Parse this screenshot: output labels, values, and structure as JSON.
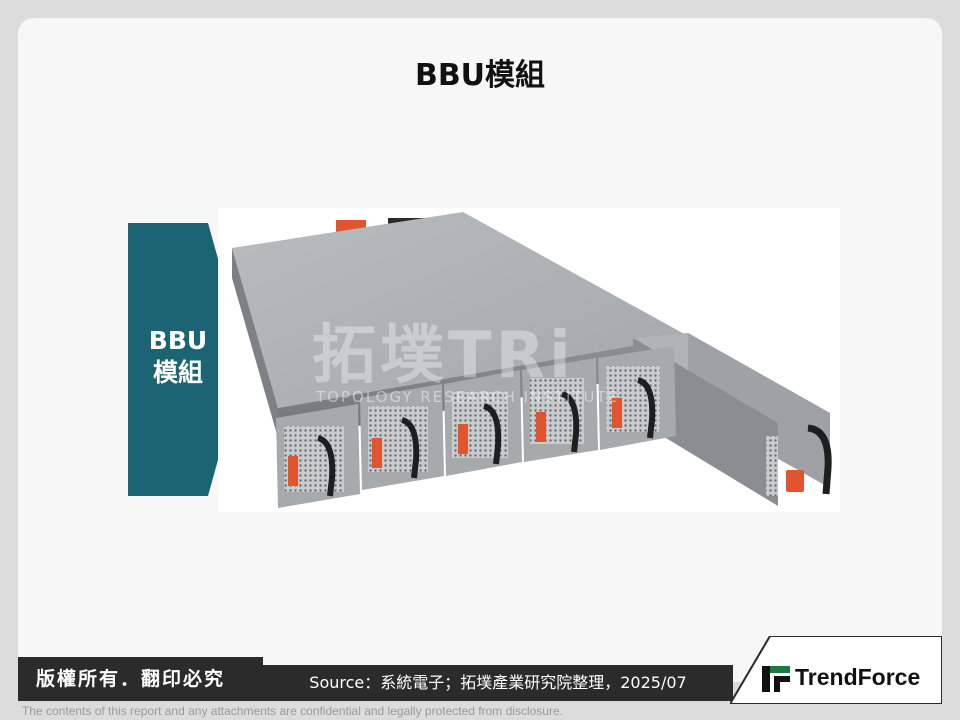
{
  "slide": {
    "title": "BBU模組"
  },
  "label": {
    "line1": "BBU",
    "line2": "模組",
    "color": "#1b6474"
  },
  "watermark": {
    "main": "拓墣TRi",
    "sub": "TOPOLOGY RESEARCH INSTITUTE"
  },
  "footer": {
    "copyright": "版權所有．翻印必究",
    "source": "Source：系統電子；拓墣產業研究院整理，2025/07",
    "logo": "TrendForce",
    "disclaimer": "The contents of this report and any attachments are confidential and legally protected from disclosure."
  }
}
